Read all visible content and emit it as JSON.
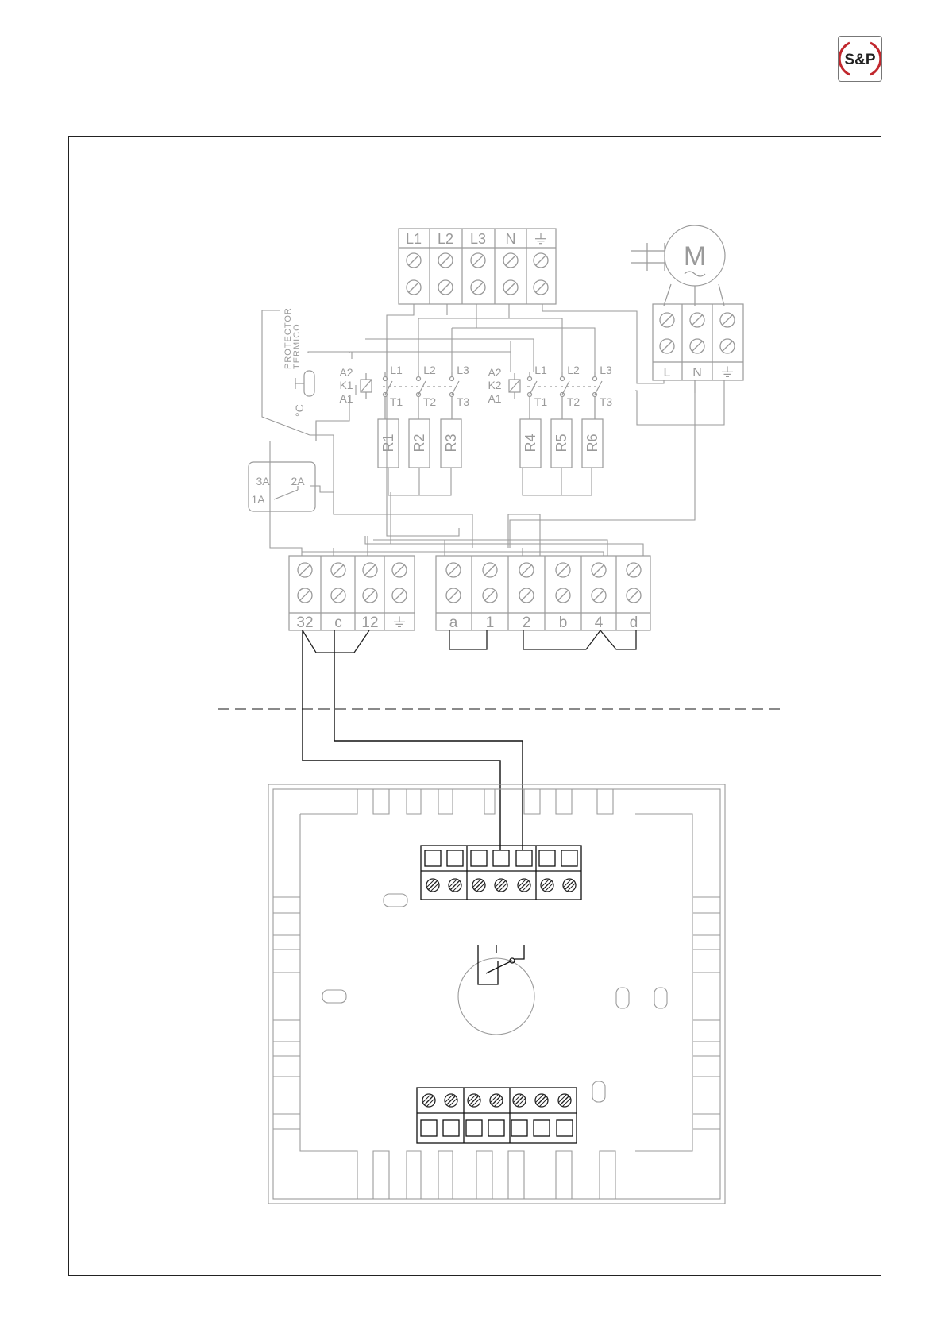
{
  "logo": {
    "text": "S&P",
    "color": "#c1272d"
  },
  "colors": {
    "faint": "#9a9a9a",
    "dark": "#111111",
    "frame": "#222222"
  },
  "mains_terminal": {
    "labels": [
      "L1",
      "L2",
      "L3",
      "N",
      "earth-symbol"
    ]
  },
  "motor": {
    "symbol": "M",
    "terminals": [
      "L",
      "N",
      "earth-symbol"
    ]
  },
  "thermal_protector": {
    "label": "PROTECTOR\nTERMICO",
    "temp_symbol": "°C"
  },
  "contactor_k1": {
    "name": "K1",
    "coil_top": "A2",
    "coil_bottom": "A1",
    "line": [
      "L1",
      "L2",
      "L3"
    ],
    "load": [
      "T1",
      "T2",
      "T3"
    ]
  },
  "contactor_k2": {
    "name": "K2",
    "coil_top": "A2",
    "coil_bottom": "A1",
    "line": [
      "L1",
      "L2",
      "L3"
    ],
    "load": [
      "T1",
      "T2",
      "T3"
    ]
  },
  "resistors": [
    "R1",
    "R2",
    "R3",
    "R4",
    "R5",
    "R6"
  ],
  "relay": {
    "pins": [
      "3A",
      "2A",
      "1A"
    ]
  },
  "control_terminal_left": {
    "labels": [
      "32",
      "c",
      "12",
      "earth-symbol"
    ]
  },
  "control_terminal_right": {
    "labels": [
      "a",
      "1",
      "2",
      "b",
      "4",
      "d"
    ]
  }
}
